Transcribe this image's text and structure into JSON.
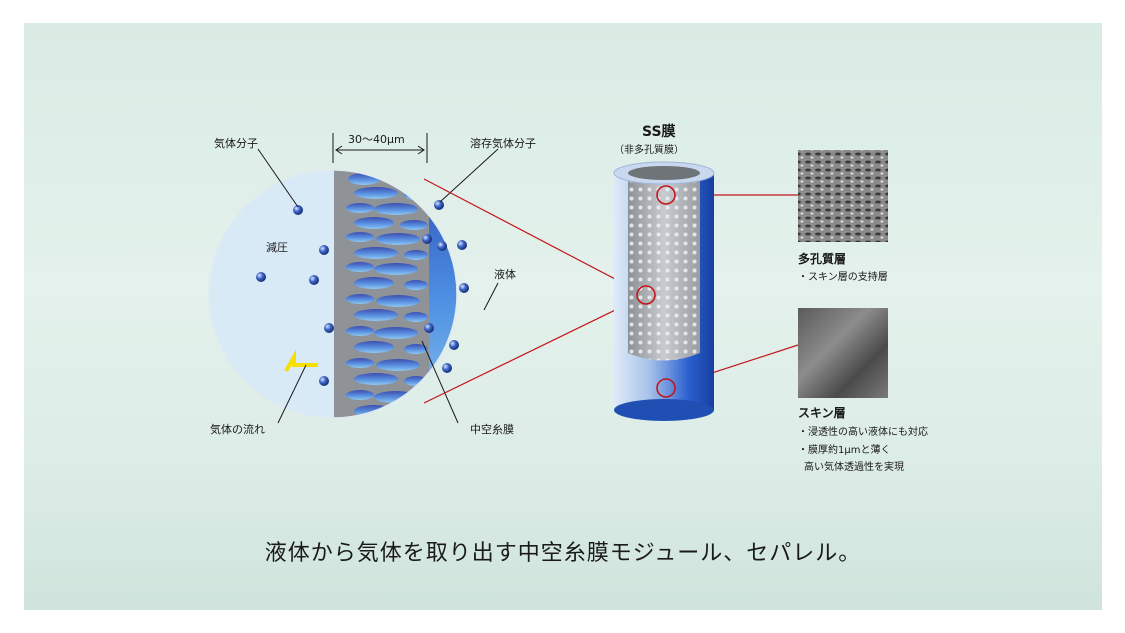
{
  "labels": {
    "gas_molecule": "気体分子",
    "thickness": "30～40μm",
    "dissolved_gas": "溶存気体分子",
    "decompression": "減圧",
    "liquid": "液体",
    "gas_flow": "気体の流れ",
    "hollow_fiber": "中空糸膜",
    "ss_title": "SS膜",
    "ss_subtitle": "（非多孔質膜）",
    "porous_title": "多孔質層",
    "porous_desc": "・スキン層の支持層",
    "skin_title": "スキン層",
    "skin_desc1": "・浸透性の高い液体にも対応",
    "skin_desc2": "・膜厚約1μmと薄く",
    "skin_desc3": "高い気体透過性を実現"
  },
  "caption": "液体から気体を取り出す中空糸膜モジュール、セパレル。",
  "colors": {
    "accent_red": "#c4161c",
    "membrane_gray": "#8f9398",
    "liquid_blue": "#3a7ad8",
    "flow_yellow": "#f5e000"
  }
}
